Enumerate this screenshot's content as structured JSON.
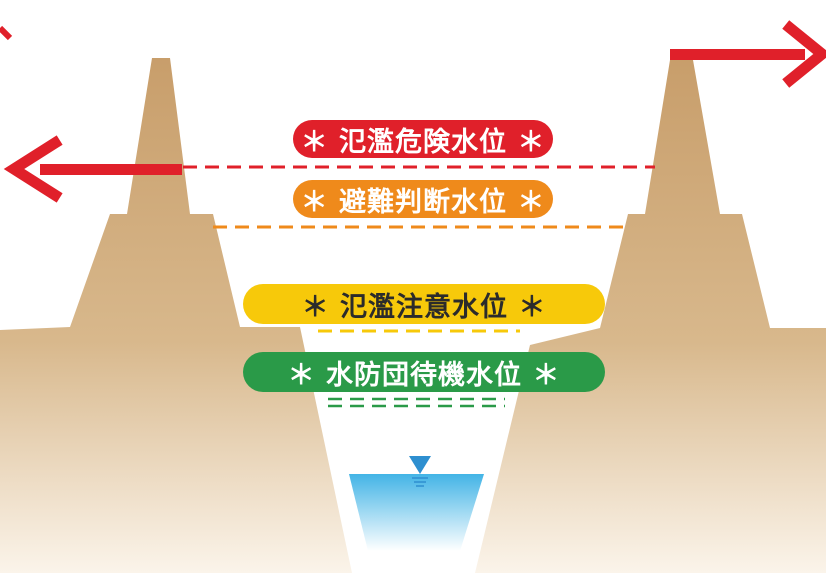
{
  "levels": [
    {
      "key": "danger",
      "label": "＊ 氾濫危険水位 ＊",
      "color": "#e0202a",
      "line": "dashed"
    },
    {
      "key": "evacuation",
      "label": "＊ 避難判断水位 ＊",
      "color": "#ef8a1b",
      "line": "dashed"
    },
    {
      "key": "caution",
      "label": "＊ 氾濫注意水位 ＊",
      "color": "#f7c90a",
      "line": "dashed"
    },
    {
      "key": "standby",
      "label": "＊ 水防団待機水位 ＊",
      "color": "#2a9a48",
      "line": "double-dashed"
    }
  ],
  "colors": {
    "embankment_top": "#c89e6b",
    "embankment_bottom": "#fbf4ea",
    "water_top": "#43b4e6",
    "water_bottom": "#ffffff",
    "arrow": "#e0202a",
    "water_marker": "#2e8fd0"
  },
  "icons": {
    "left_arrow": "arrow-left-icon",
    "right_arrow": "arrow-right-icon",
    "water_marker": "water-level-marker-icon"
  }
}
